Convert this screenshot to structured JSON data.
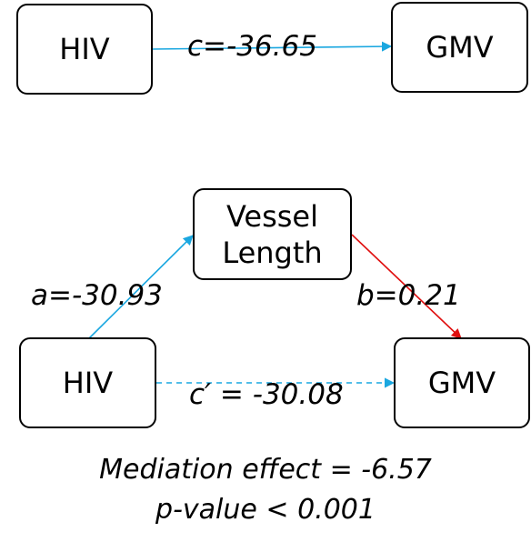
{
  "top_diagram": {
    "x_node": "HIV",
    "y_node": "GMV",
    "total_effect_label": "c=-36.65"
  },
  "bottom_diagram": {
    "x_node": "HIV",
    "mediator_line1": "Vessel",
    "mediator_line2": "Length",
    "y_node": "GMV",
    "a_label": "a=-30.93",
    "b_label": "b=0.21",
    "direct_effect_label": "c′ = -30.08"
  },
  "caption": {
    "line1": "Mediation effect = -6.57",
    "line2": "p-value < 0.001"
  },
  "colors": {
    "a_path": "#1aa7e0",
    "b_path": "#e01010",
    "c_path": "#1aa7e0",
    "c_prime_path": "#1aa7e0"
  }
}
